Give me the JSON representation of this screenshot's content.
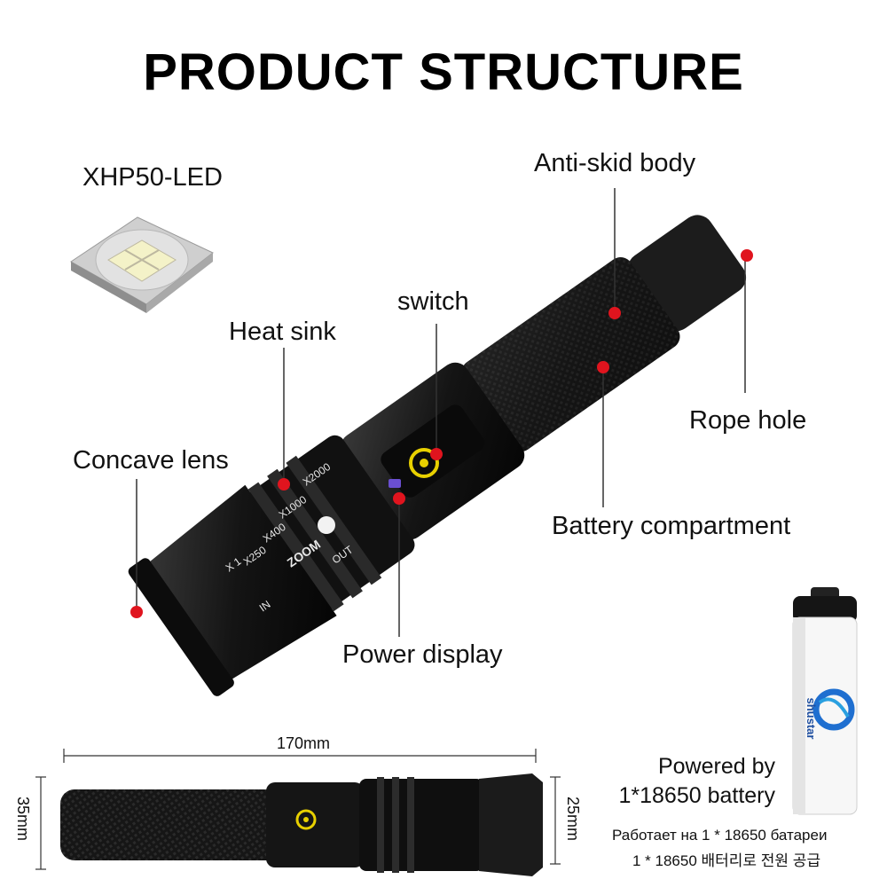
{
  "title": "PRODUCT STRUCTURE",
  "labels": {
    "led": "XHP50-LED",
    "anti_skid": "Anti-skid body",
    "switch": "switch",
    "heat_sink": "Heat sink",
    "concave_lens": "Concave lens",
    "rope_hole": "Rope hole",
    "battery_compartment": "Battery compartment",
    "power_display": "Power display"
  },
  "zoom_marks": [
    "X2000",
    "X1000",
    "X400",
    "X250",
    "X 1"
  ],
  "zoom_text": "ZOOM",
  "in_label": "IN",
  "out_label": "OUT",
  "dimensions": {
    "length": "170mm",
    "head_diameter": "35mm",
    "body_diameter": "25mm"
  },
  "battery": {
    "brand": "shustar",
    "powered_line1": "Powered by",
    "powered_line2": "1*18650 battery",
    "ru": "Работает на 1 * 18650 батареи",
    "ko": "1 * 18650 배터리로 전원 공급"
  },
  "colors": {
    "marker": "#e0141e",
    "body": "#151515",
    "switch_ring": "#e8d000"
  }
}
